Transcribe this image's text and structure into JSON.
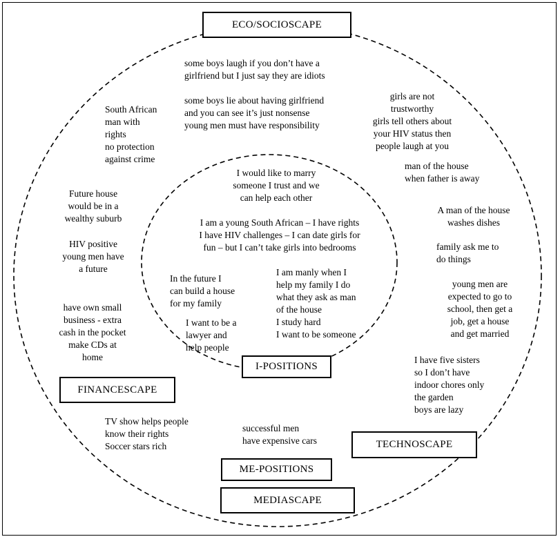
{
  "labels": {
    "eco": "ECO/SOCIOSCAPE",
    "i_positions": "I-POSITIONS",
    "financescape": "FINANCESCAPE",
    "technoscape": "TECHNOSCAPE",
    "me_positions": "ME-POSITIONS",
    "mediascape": "MEDIASCAPE"
  },
  "outer": {
    "boys_laugh": [
      "some boys laugh if you don’t have a",
      "girlfriend but I just say they are idiots"
    ],
    "boys_lie": [
      "some boys lie about having girlfriend",
      "and you can see it’s just nonsense",
      "young men must have responsibility"
    ],
    "girls": [
      "girls are not",
      "trustworthy",
      "girls tell others about",
      "your HIV status then",
      "people laugh at you"
    ],
    "south_african": [
      "South African",
      "man with",
      "rights",
      "no protection",
      "against crime"
    ],
    "man_house_father": [
      "man of the house",
      "when father is away"
    ],
    "future_house": [
      "Future house",
      "would be in a",
      "wealthy suburb"
    ],
    "washes_dishes": [
      "A man of the house",
      "washes dishes"
    ],
    "hiv_future": [
      "HIV positive",
      "young men have",
      "a future"
    ],
    "family_ask": [
      "family ask me to",
      "do things"
    ],
    "young_men_expected": [
      "young men are",
      "expected to go to",
      "school, then get  a",
      "job, get a house",
      "and get married"
    ],
    "own_business": [
      "have own small",
      "business - extra",
      "cash in the pocket",
      "make CDs at",
      "home"
    ],
    "five_sisters": [
      "I have five sisters",
      "so I don’t have",
      "indoor chores only",
      "the garden",
      "boys are lazy"
    ],
    "tv_show": [
      "TV show helps people",
      "know their rights",
      "Soccer stars rich"
    ],
    "successful_men": [
      "successful men",
      "have expensive cars"
    ]
  },
  "inner": {
    "marry": [
      "I would like to marry",
      "someone I trust and we",
      "can help each other"
    ],
    "young_sa": [
      "I  am a young South African – I have rights",
      "I have HIV challenges – I can date girls for",
      "fun – but I can’t take girls into bedrooms"
    ],
    "build_house": [
      "In the future I",
      "can build a house",
      "for my family"
    ],
    "manly": [
      "I am manly when I",
      "help my family I do",
      "what they ask as man",
      "of the house",
      "I study hard",
      "I want to be someone"
    ],
    "lawyer": [
      "I want to be a",
      "lawyer and",
      "help people"
    ]
  }
}
